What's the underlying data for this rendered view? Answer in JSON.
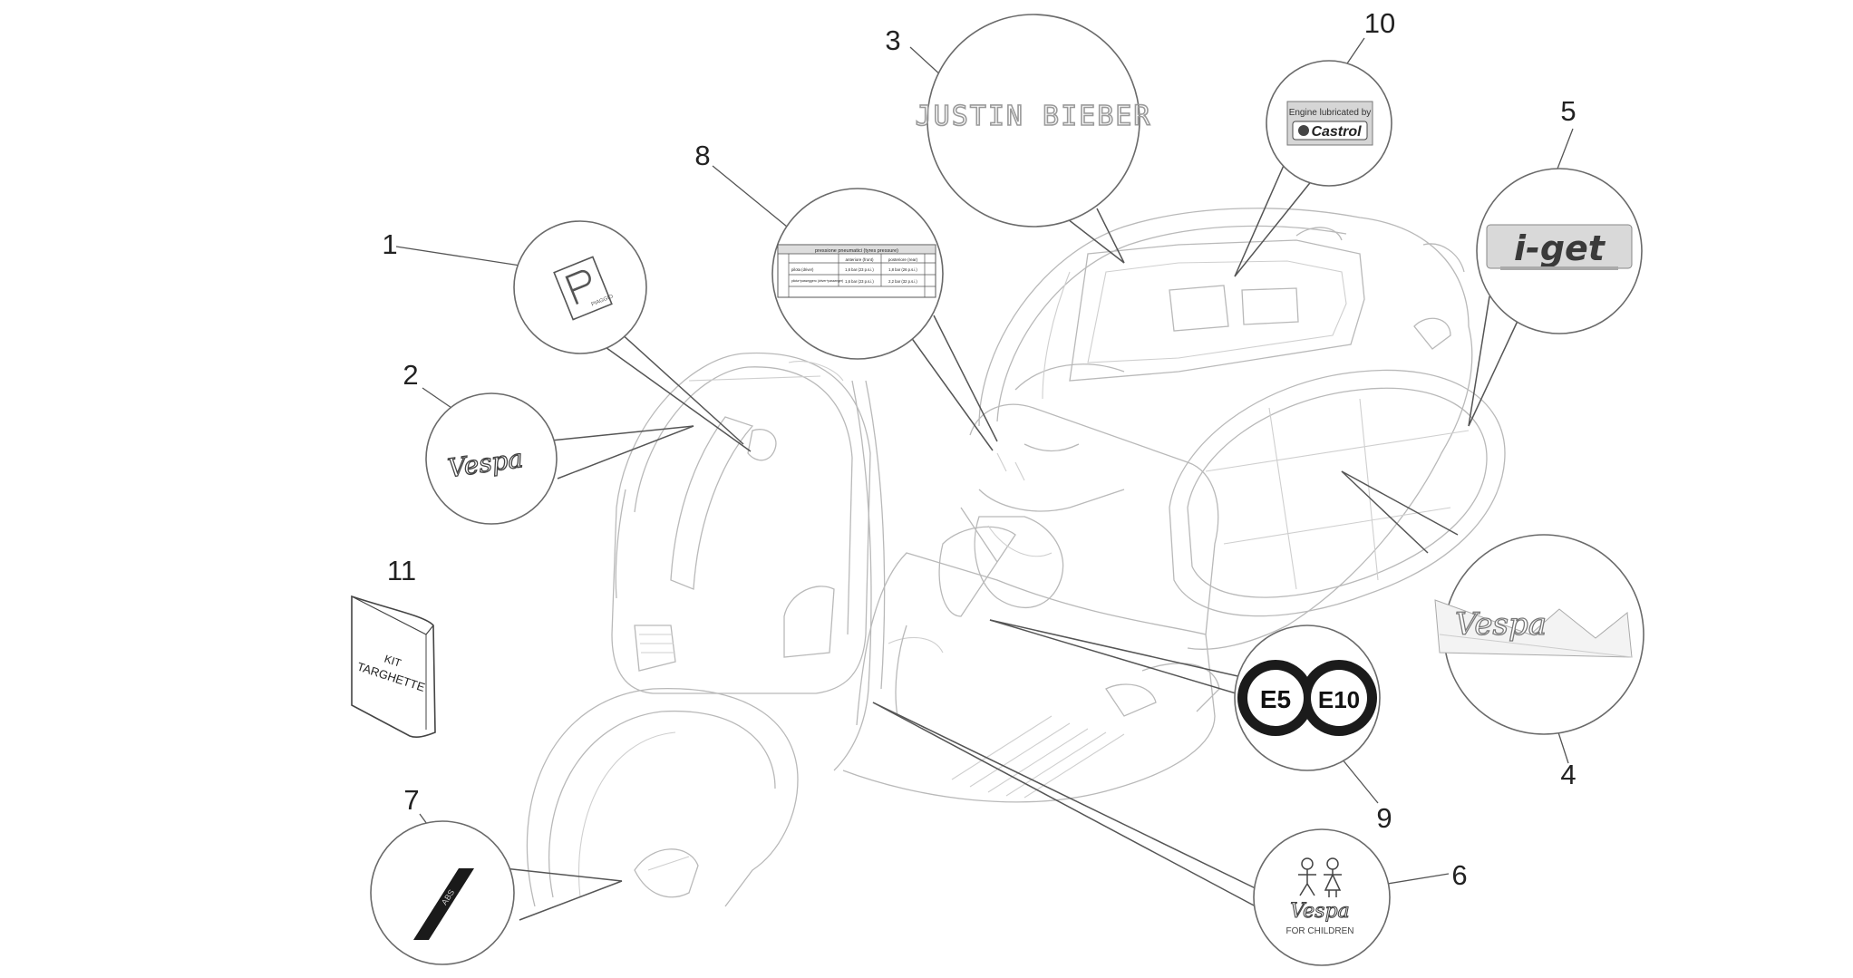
{
  "callouts": [
    {
      "number": "1"
    },
    {
      "number": "2"
    },
    {
      "number": "3"
    },
    {
      "number": "4"
    },
    {
      "number": "5"
    },
    {
      "number": "6"
    },
    {
      "number": "7"
    },
    {
      "number": "8"
    },
    {
      "number": "9"
    },
    {
      "number": "10"
    },
    {
      "number": "11"
    }
  ],
  "decals": {
    "signature": "JUSTIN BIEBER",
    "castrol_top": "Engine lubricated by",
    "castrol_brand": "Castrol",
    "iget": "i-get",
    "vespa": "Vespa",
    "e5": "E5",
    "e10": "E10",
    "children": "FOR CHILDREN",
    "abs": "ABS",
    "piaggio": "PIAGGIO",
    "kit_line1": "KIT",
    "kit_line2": "TARGHETTE",
    "tyre_title": "pressione pneumatici (tyres pressure)",
    "tyre_col1": "anteriore (front)",
    "tyre_col2": "posteriore (rear)",
    "tyre_row1": "pilota (driver)",
    "tyre_row2": "pilota+passeggero (driver+passenger)",
    "tyre_cell1": "1,6 bar (23 p.s.i.)",
    "tyre_cell2": "1,8 bar (26 p.s.i.)",
    "tyre_cell3": "1,6 bar (23 p.s.i.)",
    "tyre_cell4": "2,2 bar (32 p.s.i.)"
  }
}
